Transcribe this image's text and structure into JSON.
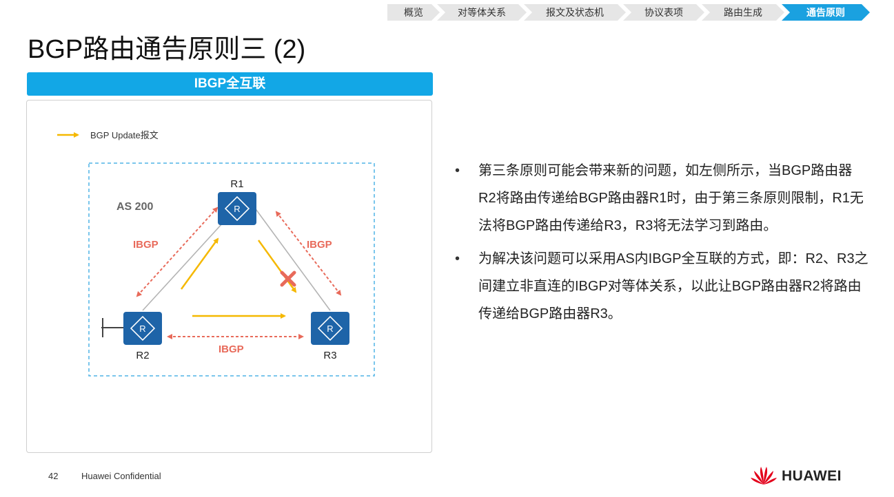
{
  "nav": {
    "items": [
      "概览",
      "对等体关系",
      "报文及状态机",
      "协议表项",
      "路由生成",
      "通告原则"
    ],
    "active_index": 5
  },
  "title": "BGP路由通告原则三 (2)",
  "section_header": "IBGP全互联",
  "diagram": {
    "legend_label": "BGP Update报文",
    "as_label": "AS 200",
    "routers": {
      "r1": "R1",
      "r2": "R2",
      "r3": "R3"
    },
    "ibgp_left": "IBGP",
    "ibgp_right": "IBGP",
    "ibgp_bottom": "IBGP"
  },
  "bullets": [
    "第三条原则可能会带来新的问题，如左侧所示，当BGP路由器R2将路由传递给BGP路由器R1时，由于第三条原则限制，R1无法将BGP路由传递给R3，R3将无法学习到路由。",
    "为解决该问题可以采用AS内IBGP全互联的方式，即：R2、R3之间建立非直连的IBGP对等体关系，以此让BGP路由器R2将路由传递给BGP路由器R3。"
  ],
  "footer": {
    "page_number": "42",
    "confidential": "Huawei Confidential",
    "brand": "HUAWEI"
  },
  "colors": {
    "accent": "#12a7e6",
    "router": "#1e64a8",
    "ibgp": "#e86a5a",
    "update": "#f5b800",
    "as_border": "#4fb3e6"
  }
}
